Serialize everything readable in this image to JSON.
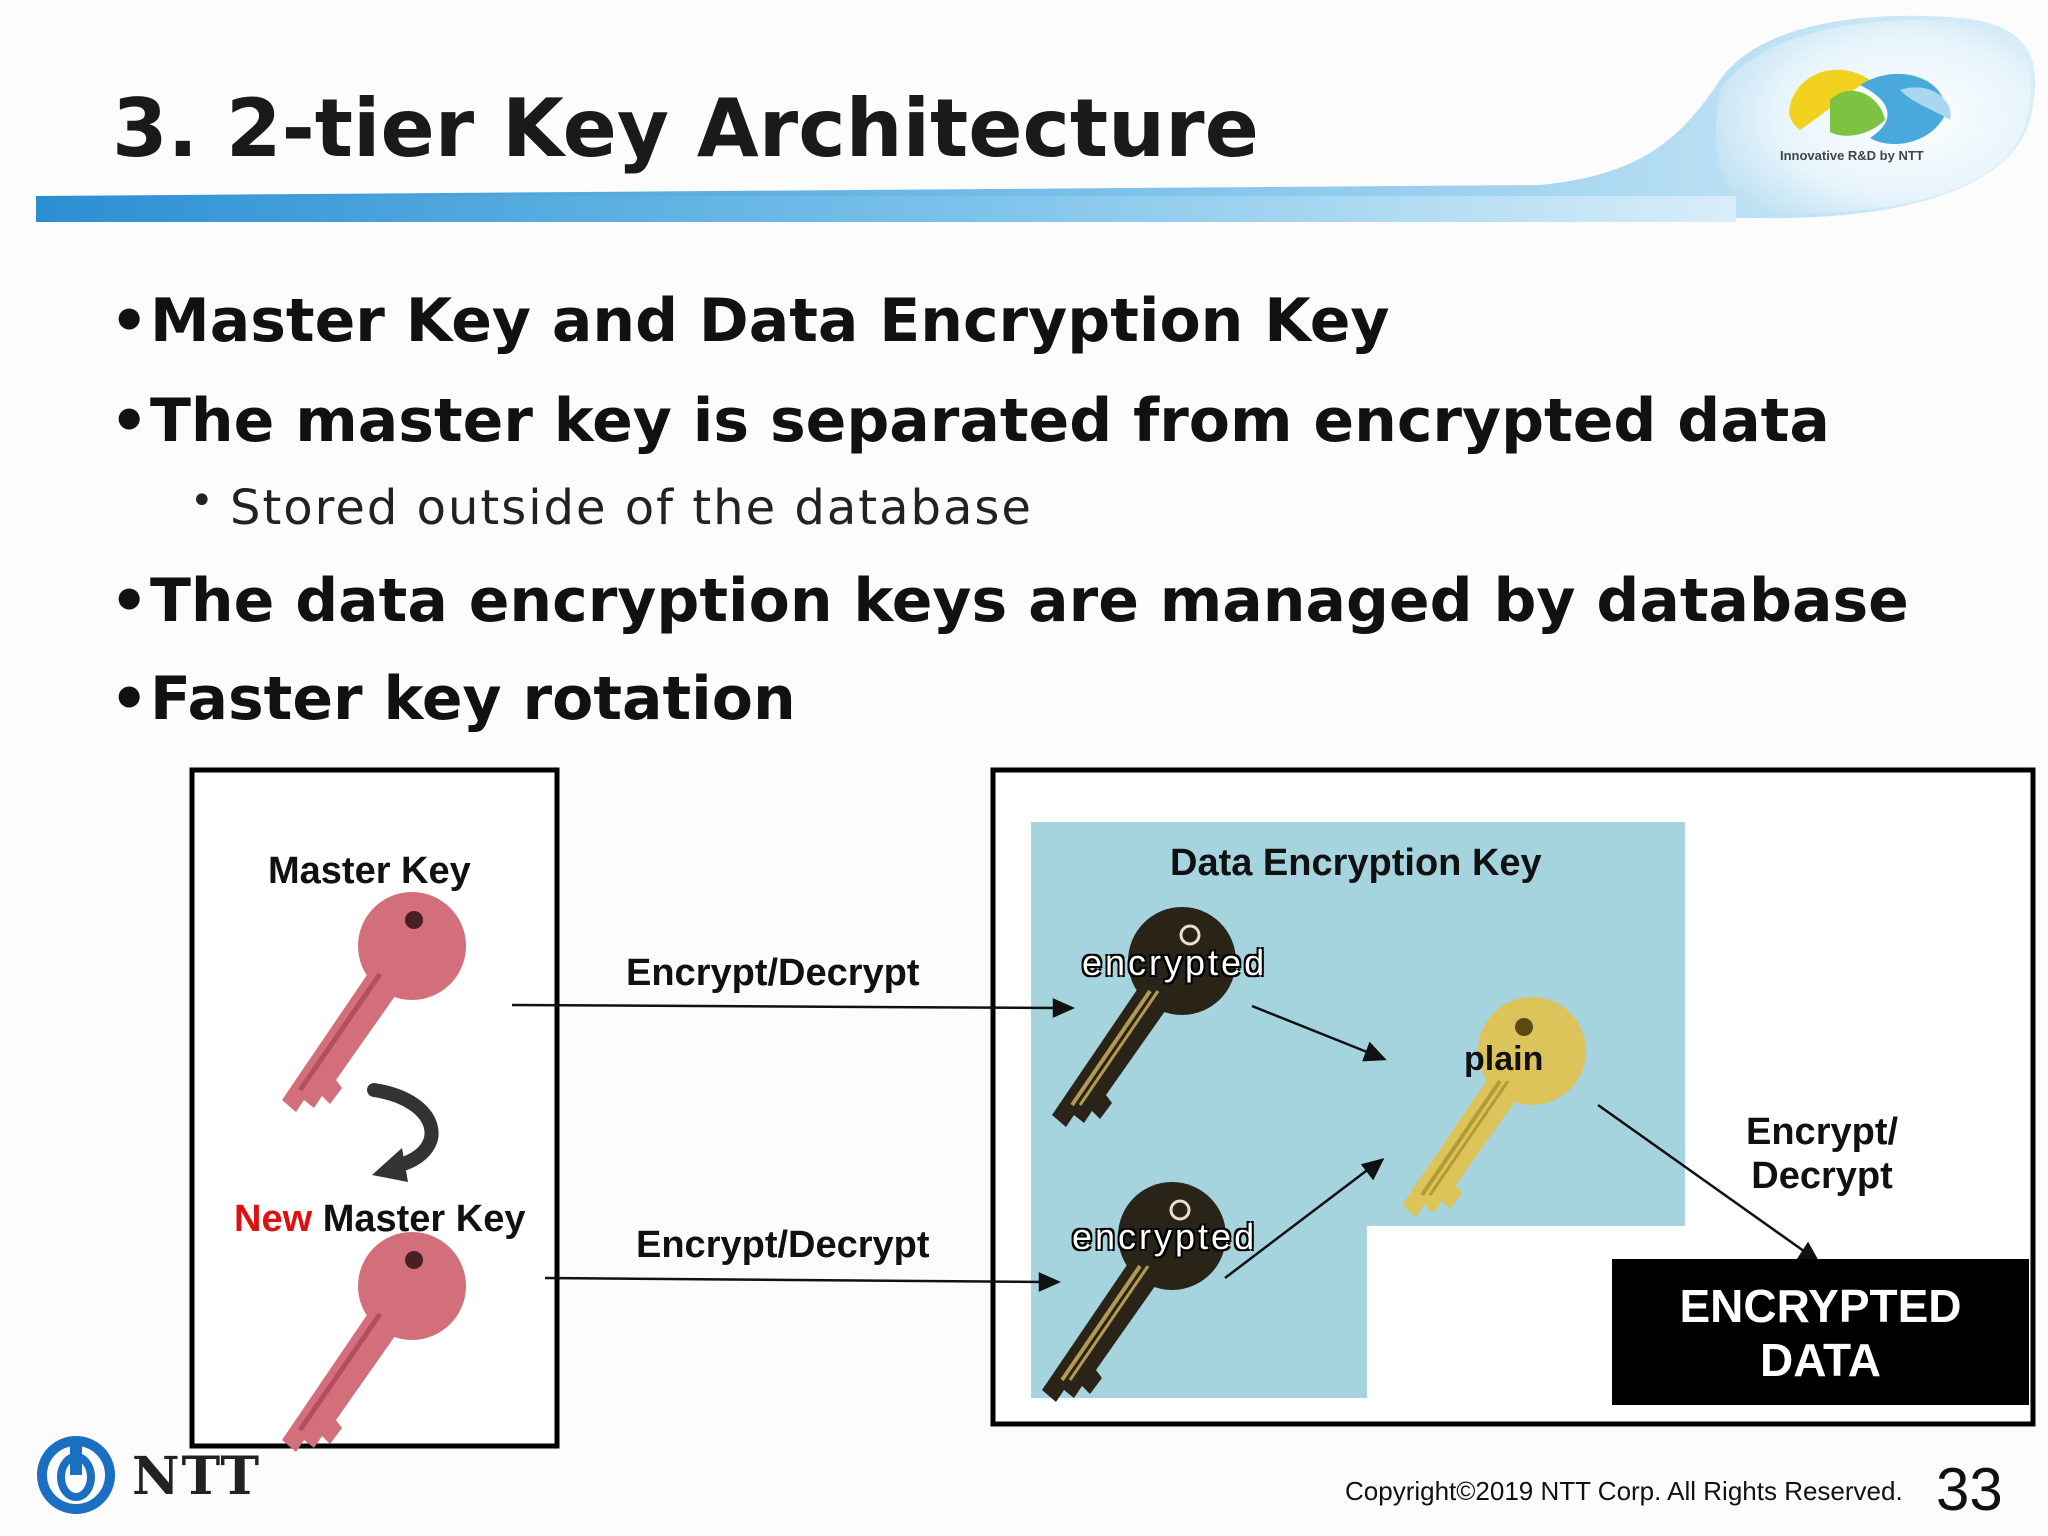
{
  "slide": {
    "title": "3. 2-tier Key Architecture",
    "tagline": "Innovative R&D by NTT",
    "bullets": [
      "Master Key and Data Encryption Key",
      "The master key is separated from encrypted data",
      "The data encryption keys are managed by database",
      "Faster key rotation"
    ],
    "sub_bullet": "Stored outside of the database",
    "copyright": "Copyright©2019  NTT Corp. All Rights Reserved.",
    "page_number": "33",
    "company": "NTT"
  },
  "diagram": {
    "master_key_label": "Master Key",
    "new_label_prefix": "New",
    "new_label_rest": " Master Key",
    "encrypt_decrypt_top": "Encrypt/Decrypt",
    "encrypt_decrypt_bottom": "Encrypt/Decrypt",
    "dek_title": "Data Encryption Key",
    "encrypted_tag_top": "encrypted",
    "encrypted_tag_bottom": "encrypted",
    "plain_tag": "plain",
    "encrypt_right_line1": "Encrypt/",
    "encrypt_right_line2": "Decrypt",
    "encrypted_data_line1": "ENCRYPTED",
    "encrypted_data_line2": "DATA"
  },
  "colors": {
    "accent_blue": "#2e9bd6",
    "dek_background": "#a6d4de",
    "master_key": "#d26f7a",
    "encrypted_key": "#2a2418",
    "plain_key": "#dcc35a",
    "new_text": "#e01010"
  },
  "icons": [
    "ntt-logo-icon",
    "innovative-logo-icon",
    "rotate-arrow-icon",
    "key-icon"
  ]
}
